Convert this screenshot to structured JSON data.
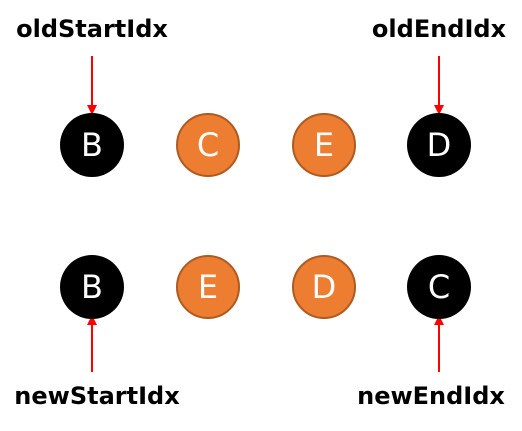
{
  "labels": {
    "old_start": "oldStartIdx",
    "old_end": "oldEndIdx",
    "new_start": "newStartIdx",
    "new_end": "newEndIdx"
  },
  "old_row": [
    {
      "text": "B",
      "color": "#000000"
    },
    {
      "text": "C",
      "color": "#ED7D31"
    },
    {
      "text": "E",
      "color": "#ED7D31"
    },
    {
      "text": "D",
      "color": "#000000"
    }
  ],
  "new_row": [
    {
      "text": "B",
      "color": "#000000"
    },
    {
      "text": "E",
      "color": "#ED7D31"
    },
    {
      "text": "D",
      "color": "#ED7D31"
    },
    {
      "text": "C",
      "color": "#000000"
    }
  ],
  "colors": {
    "arrow": "#FF0000",
    "highlight": "#000000",
    "normal": "#ED7D31",
    "normal_border": "#AE5A21",
    "text": "#FFFFFF"
  }
}
